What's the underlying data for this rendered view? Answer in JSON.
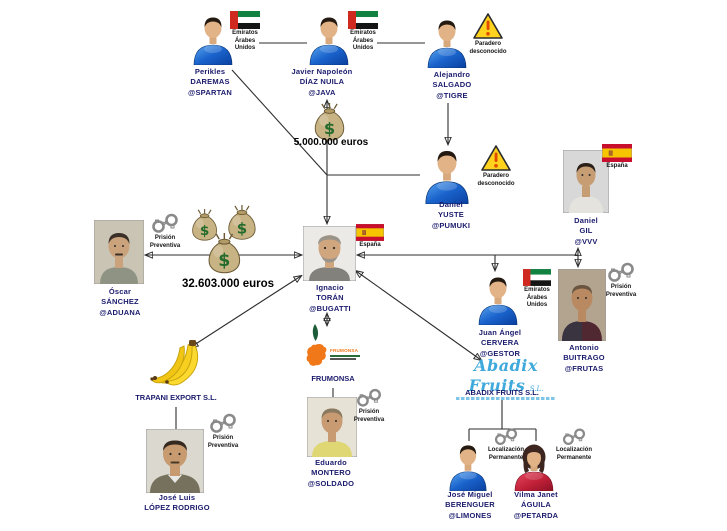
{
  "annotations": {
    "uae": "Emiratos\nÁrabes\nUnidos",
    "spain": "España",
    "unknown": "Paradero\ndesconocido",
    "pretrial": "Prisión\nPreventiva",
    "permanent": "Localización\nPermanente"
  },
  "people": {
    "perikles": {
      "label": "Perikles\nDAREMAS\n@SPARTAN"
    },
    "javier": {
      "label": "Javier Napoleón\nDÍAZ NUILA\n@JAVA"
    },
    "alejandro": {
      "label": "Alejandro\nSALGADO\n@TIGRE"
    },
    "daniel_yuste": {
      "label": "Daniel\nYUSTE\n@PUMUKI"
    },
    "daniel_gil": {
      "label": "Daniel\nGIL\n@VVV"
    },
    "oscar": {
      "label": "Óscar\nSÁNCHEZ\n@ADUANA"
    },
    "ignacio": {
      "label": "Ignacio\nTORÁN\n@BUGATTI"
    },
    "juan_angel": {
      "label": "Juan Ángel\nCERVERA\n@GESTOR"
    },
    "antonio": {
      "label": "Antonio\nBUITRAGO\n@FRUTAS"
    },
    "eduardo": {
      "label": "Eduardo\nMONTERO\n@SOLDADO"
    },
    "jose_luis": {
      "label": "José Luis\nLÓPEZ RODRIGO"
    },
    "jose_miguel": {
      "label": "José Miguel\nBERENGUER\n@LIMONES"
    },
    "vilma": {
      "label": "Vilma Janet\nÁGUILA\n@PETARDA"
    }
  },
  "companies": {
    "trapani": "TRAPANI EXPORT S.L.",
    "frumonsa": "FRUMONSA",
    "frumonsa_logo_text": "FRUMONSA",
    "abadix": "ABADIX FRUITS S.L.",
    "abadix_logo_text": "Abadix Fruits",
    "abadix_logo_suffix": "S.L."
  },
  "money": {
    "bag_small": "5.000.000 euros",
    "bag_large": "32.603.000 euros",
    "symbol": "$"
  },
  "colors": {
    "label": "#1b1b6d",
    "line": "#2e2e2e",
    "warning_yellow": "#ffd21e",
    "uae_red": "#d02a20",
    "spain_red": "#c8102e",
    "spain_yellow": "#f6c500"
  }
}
